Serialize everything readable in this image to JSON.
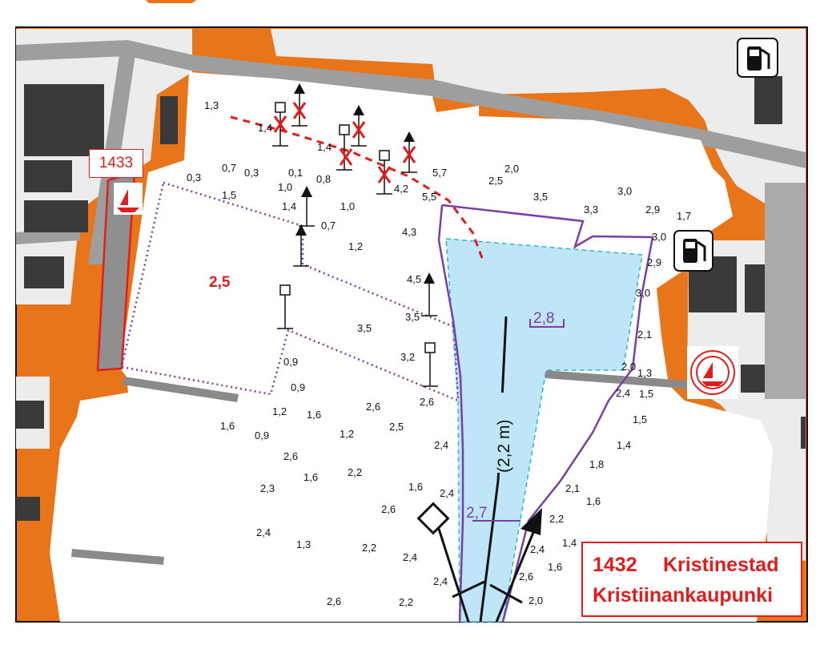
{
  "title": {
    "number": "1432",
    "name_sv": "Kristinestad",
    "name_fi": "Kristiinankaupunki"
  },
  "ref_box": "1433",
  "zone_label": "2,5",
  "channel_depth_upper": "2,8",
  "channel_depth_lower": "2,7",
  "channel_label": "(2,2 m)",
  "colors": {
    "land": "#e8751a",
    "water": "#ffffff",
    "dredged": "#bfe6f7",
    "building": "#3a3a3a",
    "road": "#999999",
    "pier": "#b5b5b5",
    "purple": "#7a3fa6",
    "red": "#e01e1e",
    "cyan": "#2fb4de"
  },
  "icons": [
    "fuel-icon",
    "fuel-icon",
    "harbour-icon",
    "harbour-icon",
    "beacon-icon",
    "sign-icon"
  ],
  "depth_soundings": [
    "1,3",
    "1,4",
    "1,4",
    "0,7",
    "0,3",
    "0,3",
    "0,1",
    "0,8",
    "1,0",
    "1,5",
    "1,4",
    "1,0",
    "0,7",
    "1,2",
    "4,2",
    "5,7",
    "5,5",
    "2,0",
    "2,5",
    "3,5",
    "4,3",
    "4,5",
    "3,5",
    "3,5",
    "3,2",
    "2,6",
    "3,3",
    "3,0",
    "2,9",
    "1,7",
    "3,0",
    "2,9",
    "3,0",
    "2,1",
    "2,0",
    "1,3",
    "2,4",
    "1,5",
    "1,5",
    "1,4",
    "1,8",
    "2,1",
    "1,6",
    "2,2",
    "1,4",
    "2,4",
    "1,6",
    "2,6",
    "2,0",
    "0,9",
    "0,9",
    "1,6",
    "1,2",
    "1,6",
    "2,6",
    "2,5",
    "0,9",
    "1,2",
    "2,4",
    "2,6",
    "1,6",
    "2,2",
    "2,3",
    "1,6",
    "2,4",
    "2,6",
    "2,4",
    "1,3",
    "2,2",
    "2,4",
    "2,4",
    "2,6",
    "2,2",
    "2,4"
  ]
}
